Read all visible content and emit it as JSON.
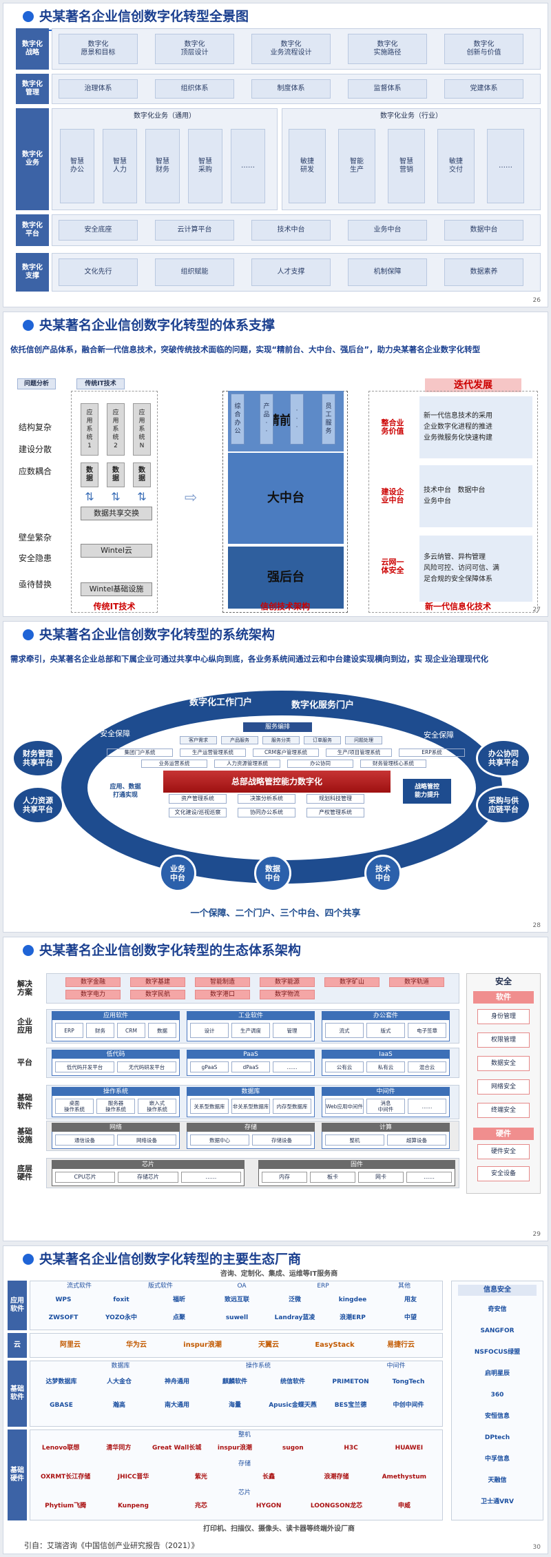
{
  "slide1": {
    "title": "央某著名企业信创数字化转型全景图",
    "page": "26",
    "rows": [
      {
        "label": "数字化\n战略",
        "items": [
          "数字化\n愿景和目标",
          "数字化\n顶层设计",
          "数字化\n业务流程设计",
          "数字化\n实施路径",
          "数字化\n创新与价值"
        ]
      },
      {
        "label": "数字化\n管理",
        "items": [
          "治理体系",
          "组织体系",
          "制度体系",
          "监督体系",
          "党建体系"
        ]
      },
      {
        "label": "数字化\n平台",
        "items": [
          "安全底座",
          "云计算平台",
          "技术中台",
          "业务中台",
          "数据中台"
        ]
      },
      {
        "label": "数字化\n支撑",
        "items": [
          "文化先行",
          "组织赋能",
          "人才支撑",
          "机制保障",
          "数据素养"
        ]
      }
    ],
    "business": {
      "label": "数字化\n业务",
      "general_title": "数字化业务（通用）",
      "industry_title": "数字化业务（行业）",
      "general": [
        "智慧\n办公",
        "智慧\n人力",
        "智慧\n财务",
        "智慧\n采购",
        "……"
      ],
      "industry": [
        "敏捷\n研发",
        "智能\n生产",
        "智慧\n营销",
        "敏捷\n交付",
        "……"
      ]
    }
  },
  "slide2": {
    "title": "央某著名企业信创数字化转型的体系支撑",
    "page": "27",
    "intro": "依托信创产品体系，融合新一代信息技术，突破传统技术面临的问题，实现“精前台、大中台、强后台”，助力央某著名企业数字化转型",
    "problem_head": "问题分析",
    "trad_head": "传统IT技术",
    "problems": [
      "结构复杂",
      "建设分散",
      "应数耦合",
      "壁垒繁杂",
      "安全隐患",
      "亟待替换"
    ],
    "apps": [
      "应\n用\n系\n统\n1",
      "应\n用\n系\n统\n2",
      "应\n用\n系\n统\nN"
    ],
    "data_box": "数\n据",
    "exchange": "数据共享交换",
    "wintel_cloud": "Wintel云",
    "wintel_base": "Wintel基础设施",
    "front_tags": [
      "综\n合\n办\n公",
      "产\n品\n·\n·",
      "·\n·\n·",
      "员\n工\n服\n务"
    ],
    "front": "精前台",
    "middle": "大中台",
    "back": "强后台",
    "iter": "迭代发展",
    "right": [
      {
        "tag": "整合业\n务价值",
        "text": "新一代信息技术的采用\n企业数字化进程的推进\n业务微服务化快速构建"
      },
      {
        "tag": "建设企\n业中台",
        "text": "技术中台   数据中台\n业务中台"
      },
      {
        "tag": "云网一\n体安全",
        "text": "多云纳管、异构管理\n风险可控、访问可信、满\n足合规的安全保障体系"
      }
    ],
    "foot": [
      "传统IT技术",
      "信创技术架构",
      "新一代信息化技术"
    ]
  },
  "slide3": {
    "title": "央某著名企业信创数字化转型的系统架构",
    "page": "28",
    "intro": "需求牵引，央某著名企业总部和下属企业可通过共享中心纵向到底，各业务系统间通过云和中台建设实现横向到边，实 现企业治理现代化",
    "portal1": "数字化工作门户",
    "portal2": "数字化服务门户",
    "sec_left": "安全保障",
    "sec_right": "安全保障",
    "left": [
      "财务管理\n共享平台",
      "人力资源\n共享平台"
    ],
    "right": [
      "办公协同\n共享平台",
      "采购与供\n应链平台"
    ],
    "bottom": [
      "业务\n中台",
      "数据\n中台",
      "技术\n中台"
    ],
    "top_bar": "服务编排",
    "service_row": [
      "客户需求",
      "产品服务",
      "服务分类",
      "订单服务",
      "问题处理"
    ],
    "sys1": [
      "集团门户系统",
      "生产运营管理系统",
      "CRM客户管理系统",
      "生产/项目管理系统",
      "ERP系统"
    ],
    "sys2": [
      "业务运营系统",
      "人力资源管理系统",
      "办公协同",
      "财务管理核心系统"
    ],
    "core": "总部战略管控能力数字化",
    "sys3": [
      "资产管理系统",
      "决策分析系统",
      "规划科技管理"
    ],
    "sys4": [
      "文化建设/巡视巡察",
      "协同办公系统",
      "产权管理系统"
    ],
    "left_tag": "应用、数据\n打通实现",
    "right_tag": "战略管控\n能力提升",
    "slogan": "一个保障、二个门户、三个中台、四个共享"
  },
  "slide4": {
    "title": "央某著名企业信创数字化转型的生态体系架构",
    "page": "29",
    "layers": [
      "解决\n方案",
      "企业\n应用",
      "平台",
      "基础\n软件",
      "基础\n设施",
      "底层\n硬件"
    ],
    "solutions": [
      "数字金融",
      "数字基建",
      "智能制造",
      "数字能源",
      "数字矿山",
      "数字轨道",
      "数字电力",
      "数字民航",
      "数字港口",
      "数字物流"
    ],
    "app_groups": [
      {
        "t": "应用软件",
        "i": [
          "ERP",
          "财务",
          "CRM",
          "数据"
        ]
      },
      {
        "t": "工业软件",
        "i": [
          "设计",
          "生产调度",
          "管理"
        ]
      },
      {
        "t": "办公套件",
        "i": [
          "流式",
          "版式",
          "电子签章"
        ]
      }
    ],
    "plat_groups": [
      {
        "t": "低代码",
        "i": [
          "低代码开发平台",
          "无代码研发平台"
        ]
      },
      {
        "t": "PaaS",
        "i": [
          "gPaaS",
          "dPaaS",
          "……"
        ]
      },
      {
        "t": "IaaS",
        "i": [
          "公有云",
          "私有云",
          "混合云"
        ]
      }
    ],
    "base_groups": [
      {
        "t": "操作系统",
        "i": [
          "桌面\n操作系统",
          "服务器\n操作系统",
          "嵌入式\n操作系统"
        ]
      },
      {
        "t": "数据库",
        "i": [
          "关系型数据库",
          "非关系型数据库",
          "内存型数据库"
        ]
      },
      {
        "t": "中间件",
        "i": [
          "Web应用中间件",
          "消息\n中间件",
          "……"
        ]
      }
    ],
    "infra_groups": [
      {
        "t": "网络",
        "i": [
          "通信设备",
          "网络设备"
        ]
      },
      {
        "t": "存储",
        "i": [
          "数据中心",
          "存储设备"
        ]
      },
      {
        "t": "计算",
        "i": [
          "整机",
          "超算设备"
        ]
      }
    ],
    "hw_groups": [
      {
        "t": "芯片",
        "i": [
          "CPU芯片",
          "存储芯片",
          "……"
        ]
      },
      {
        "t": "固件",
        "i": [
          "内存",
          "板卡",
          "网卡",
          "……"
        ]
      }
    ],
    "security": "安全",
    "software": "软件",
    "sw_items": [
      "身份管理",
      "权限管理",
      "数据安全",
      "网络安全",
      "终端安全"
    ],
    "hardware": "硬件",
    "hw_items": [
      "硬件安全",
      "安全设备"
    ]
  },
  "slide5": {
    "title": "央某著名企业信创数字化转型的主要生态厂商",
    "page": "30",
    "top_note": "咨询、定制化、集成、运维等IT服务商",
    "row_labels": [
      "应用\n软件",
      "云",
      "基础\n软件",
      "基础\n硬件"
    ],
    "app_cats": [
      "流式软件",
      "版式软件",
      "OA",
      "ERP",
      "其他"
    ],
    "app_logos": [
      "WPS",
      "foxit",
      "福昕",
      "致远互联",
      "泛微",
      "kingdee",
      "用友",
      "ZWSOFT",
      "YOZO永中",
      "点聚",
      "suwell",
      "Landray蓝凌",
      "浪潮ERP",
      "中望"
    ],
    "cloud_logos": [
      "阿里云",
      "华为云",
      "inspur浪潮",
      "天翼云",
      "EasyStack",
      "易捷行云"
    ],
    "base_cats": [
      "数据库",
      "操作系统",
      "中间件"
    ],
    "base_logos": [
      "达梦数据库",
      "人大金仓",
      "神舟通用",
      "麒麟软件",
      "统信软件",
      "PRIMETON",
      "TongTech",
      "GBASE",
      "瀚高",
      "南大通用",
      "海量",
      "Apusic金蝶天燕",
      "BES宝兰德",
      "中创中间件"
    ],
    "hw_cats": [
      "整机",
      "存储",
      "芯片"
    ],
    "hw_logos": [
      "Lenovo联想",
      "清华同方",
      "Great Wall长城",
      "inspur浪潮",
      "sugon",
      "H3C",
      "HUAWEI",
      "OXRMT长江存储",
      "JHICC晋华",
      "紫光",
      "长鑫",
      "浪潮存储",
      "Amethystum",
      "Phytium飞腾",
      "Kunpeng",
      "兆芯",
      "HYGON",
      "LOONGSON龙芯",
      "申威"
    ],
    "sec_title": "信息安全",
    "sec_logos": [
      "奇安信",
      "SANGFOR",
      "NSFOCUS绿盟",
      "启明星辰",
      "360",
      "安恒信息",
      "DPtech",
      "中孚信息",
      "天融信",
      "卫士通VRV"
    ],
    "bottom_note": "打印机、扫描仪、摄像头、读卡器等终端外设厂商",
    "citation": "引自：艾瑞咨询《中国信创产业研究报告（2021）》"
  }
}
